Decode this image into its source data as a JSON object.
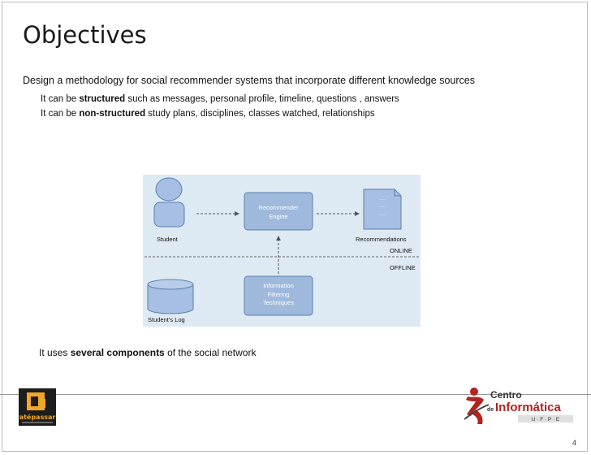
{
  "slide": {
    "title": "Objectives",
    "main": "Design a methodology for social recommender systems that incorporate different knowledge sources",
    "bullets": [
      {
        "prefix": "It can be ",
        "bold": "structured",
        "rest": " such as messages, personal profile,  timeline, questions , answers"
      },
      {
        "prefix": "It can be ",
        "bold": "non-structured",
        "rest": " study plans, disciplines, classes watched, relationships"
      }
    ],
    "bottom": {
      "prefix": "It uses ",
      "bold": "several components",
      "rest": " of the social network"
    },
    "page_number": "4"
  },
  "diagram": {
    "student": "Student",
    "recommender": [
      "Recommender",
      "Engine"
    ],
    "recommendations": "Recommendations",
    "dots": [
      "....",
      "....",
      "...."
    ],
    "online": "ONLINE",
    "offline": "OFFLINE",
    "filtering": [
      "Information",
      "Filtering",
      "Techniques"
    ],
    "log": "Student’s Log"
  },
  "logos": {
    "left_text": "atépassar",
    "right_line1": "Centro",
    "right_line2": "de Informática",
    "right_sub": "U · F · P · E"
  },
  "colors": {
    "diagram_bg": "#deeaf3",
    "shape_fill": "#a6bfe2",
    "box_fill": "#9fb9dd",
    "logo_red": "#b3231f"
  }
}
